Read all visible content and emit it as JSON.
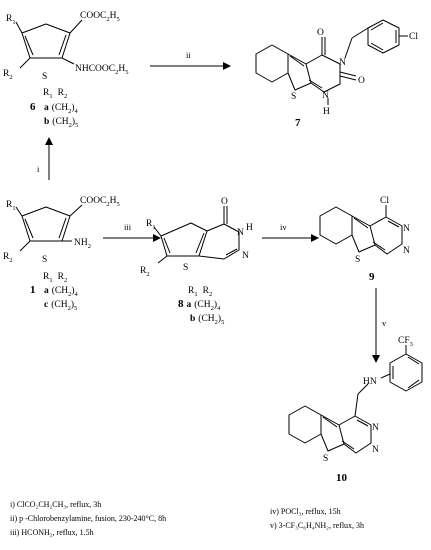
{
  "compound6": {
    "label": "6",
    "r1": "R",
    "r1_sub": "1",
    "r2": "R",
    "r2_sub": "2",
    "ester": "COOC",
    "ester_sub": "2",
    "ester_tail": "H",
    "ester_tail_sub": "5",
    "carbamate": "NHCOOC",
    "carbamate_sub": "2",
    "carbamate_tail": "H",
    "carbamate_tail_sub": "5",
    "sulfur": "S",
    "header": "R",
    "variants": [
      {
        "key": "a",
        "group": "(CH",
        "sub": "2",
        "close": ")",
        "n": "4"
      },
      {
        "key": "b",
        "group": "(CH",
        "sub": "2",
        "close": ")",
        "n": "5"
      }
    ]
  },
  "compound7": {
    "label": "7",
    "o": "O",
    "n1": "N",
    "n2": "N",
    "h": "H",
    "s": "S",
    "cl": "Cl"
  },
  "compound1": {
    "label": "1",
    "r1": "R",
    "r1_sub": "1",
    "r2": "R",
    "r2_sub": "2",
    "ester": "COOC",
    "ester_sub": "2",
    "ester_tail": "H",
    "ester_tail_sub": "5",
    "amine": "NH",
    "amine_sub": "2",
    "sulfur": "S",
    "variants": [
      {
        "key": "a",
        "group": "(CH",
        "sub": "2",
        "close": ")",
        "n": "4"
      },
      {
        "key": "c",
        "group": "(CH",
        "sub": "2",
        "close": ")",
        "n": "5"
      }
    ]
  },
  "compound8": {
    "label": "8",
    "r1": "R",
    "r1_sub": "1",
    "r2": "R",
    "r2_sub": "2",
    "o": "O",
    "n": "N",
    "h": "H",
    "n2": "N",
    "s": "S",
    "variants": [
      {
        "key": "a",
        "group": "(CH",
        "sub": "2",
        "close": ")",
        "n": "4"
      },
      {
        "key": "b",
        "group": "(CH",
        "sub": "2",
        "close": ")",
        "n": "5"
      }
    ]
  },
  "compound9": {
    "label": "9",
    "cl": "Cl",
    "n1": "N",
    "n2": "N",
    "s": "S"
  },
  "compound10": {
    "label": "10",
    "cf3": "CF",
    "cf3_sub": "3",
    "hn": "HN",
    "n1": "N",
    "n2": "N",
    "s": "S"
  },
  "arrows": {
    "i": "i",
    "ii": "ii",
    "iii": "iii",
    "iv": "iv",
    "v": "v"
  },
  "conditions": {
    "left": [
      "i)   ClCO₂CH₂CH₃, reflux, 3h",
      "ii) p -Chlorobenzylamine, fusion, 230-240°C, 8h",
      "iii) HCONH₂, reflux, 1.5h"
    ],
    "right": [
      "iv)  POCl₃, reflux, 15h",
      "v) 3-CF₃C₆H₄NH₂, reflux, 3h"
    ]
  }
}
